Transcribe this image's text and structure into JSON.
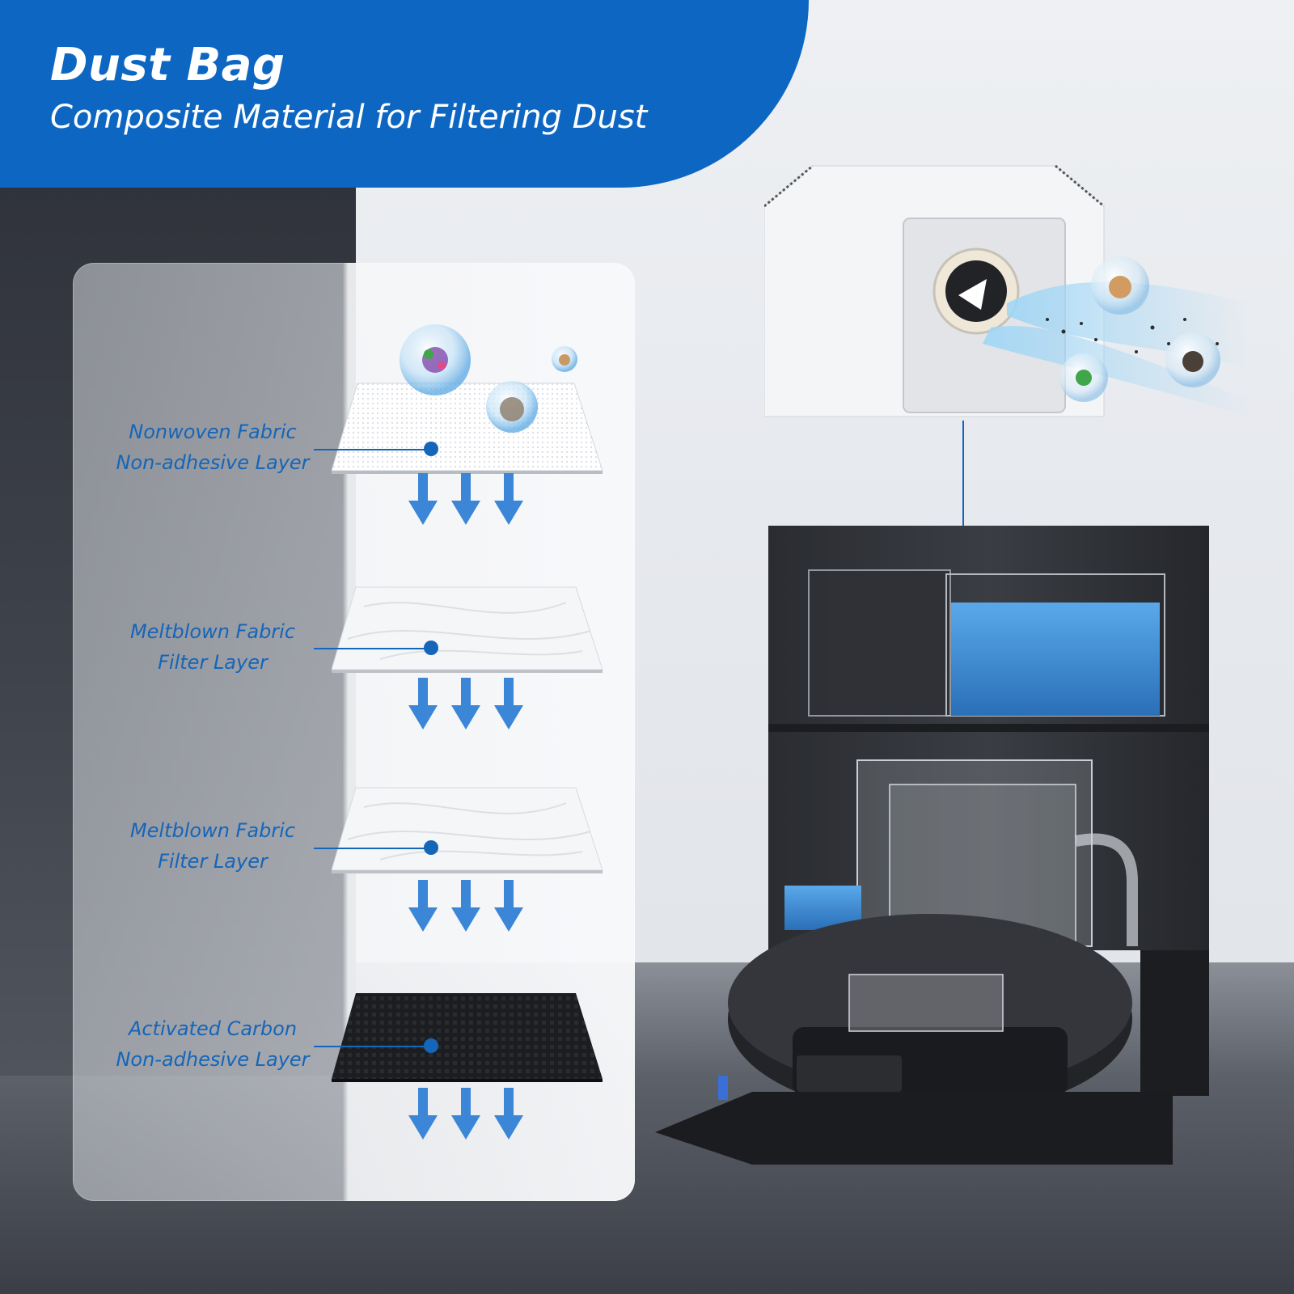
{
  "header": {
    "title": "Dust Bag",
    "subtitle": "Composite Material for Filtering Dust"
  },
  "layers": [
    {
      "line1": "Nonwoven Fabric",
      "line2": "Non-adhesive Layer"
    },
    {
      "line1": "Meltblown Fabric",
      "line2": "Filter Layer"
    },
    {
      "line1": "Meltblown Fabric",
      "line2": "Filter Layer"
    },
    {
      "line1": "Activated Carbon",
      "line2": "Non-adhesive Layer"
    }
  ],
  "colors": {
    "brand_blue": "#0d67c2",
    "label_blue": "#1565b8",
    "arrow_blue": "#3b86d6",
    "water_blue": "#3f8fd8",
    "carbon": "#1c1d20"
  },
  "icons": [
    "down-arrow-icon",
    "dust-particle-bubble-icon",
    "germ-bubble-icon"
  ]
}
